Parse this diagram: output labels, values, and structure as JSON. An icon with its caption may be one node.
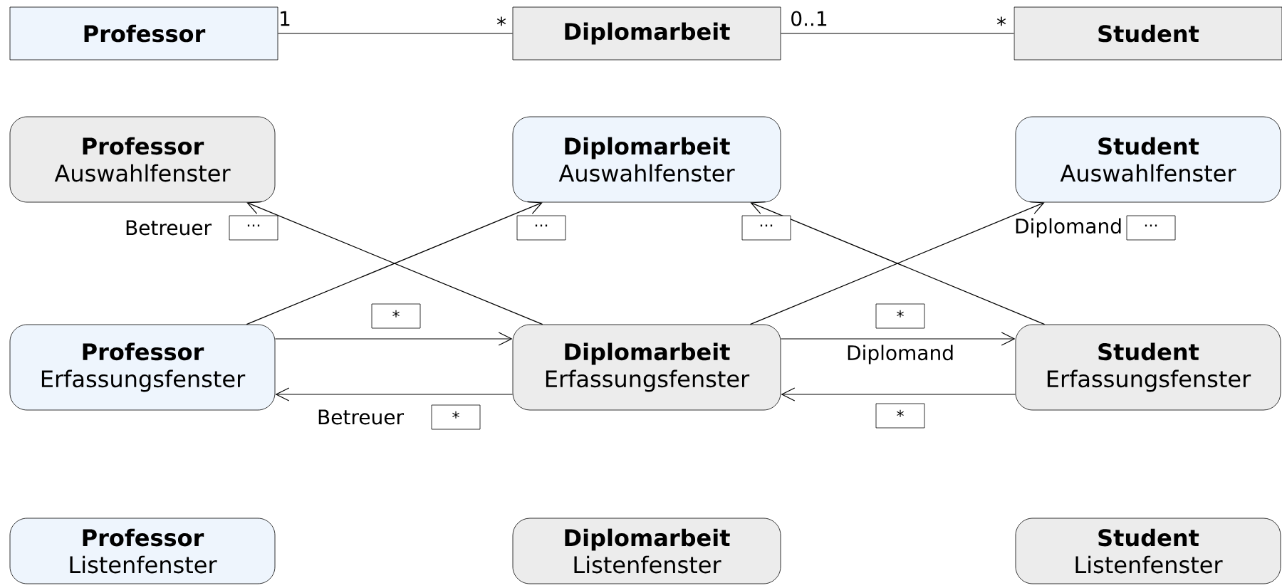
{
  "diagram": {
    "nodes": [
      {
        "text": [
          "Professor"
        ]
      },
      {
        "text": [
          "Diplomarbeit"
        ]
      },
      {
        "text": [
          "Student"
        ]
      },
      {
        "text": [
          "Professor",
          "Auswahlfenster"
        ]
      },
      {
        "text": [
          "Diplomarbeit",
          "Auswahlfenster"
        ]
      },
      {
        "text": [
          "Student",
          "Auswahlfenster"
        ]
      },
      {
        "text": [
          "Professor",
          "Erfassungsfenster"
        ]
      },
      {
        "text": [
          "Diplomarbeit",
          "Erfassungsfenster"
        ]
      },
      {
        "text": [
          "Student",
          "Erfassungsfenster"
        ]
      },
      {
        "text": [
          "Professor",
          "Listenfenster"
        ]
      },
      {
        "text": [
          "Diplomarbeit",
          "Listenfenster"
        ]
      },
      {
        "text": [
          "Student",
          "Listenfenster"
        ]
      }
    ],
    "edges": [
      {
        "from": 0,
        "to": 1,
        "arrow": "none"
      },
      {
        "from": 1,
        "to": 2,
        "arrow": "none"
      },
      {
        "from": 7,
        "to": 3,
        "arrow": "to",
        "label": "Betreuer"
      },
      {
        "from": 6,
        "to": 4,
        "arrow": "to"
      },
      {
        "from": 6,
        "to": 7,
        "arrow": "to"
      },
      {
        "from": 7,
        "to": 6,
        "arrow": "to",
        "label": "Betreuer"
      },
      {
        "from": 7,
        "to": 5,
        "arrow": "to",
        "label": "Diplomand"
      },
      {
        "from": 8,
        "to": 4,
        "arrow": "to"
      },
      {
        "from": 7,
        "to": 8,
        "arrow": "to",
        "label": "Diplomand"
      },
      {
        "from": 8,
        "to": 7,
        "arrow": "to"
      }
    ],
    "labels": [
      "1",
      "*",
      "0..1",
      "*",
      "···",
      "···",
      "···",
      "···",
      "*",
      "*",
      "*",
      "*"
    ]
  }
}
